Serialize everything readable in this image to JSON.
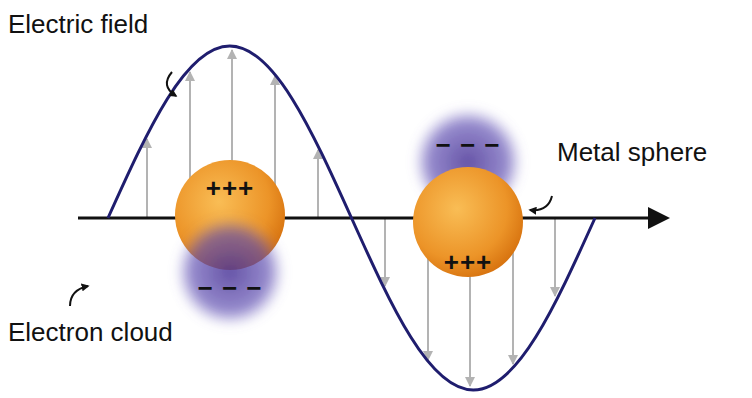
{
  "diagram": {
    "nodes": [
      {
        "text": [
          "+++"
        ]
      },
      {
        "text": [
          "− − −"
        ]
      },
      {
        "text": [
          "− − −"
        ]
      },
      {
        "text": [
          "+++"
        ]
      }
    ],
    "labels": [
      "Electric field",
      "Metal sphere",
      "Electron cloud"
    ]
  }
}
